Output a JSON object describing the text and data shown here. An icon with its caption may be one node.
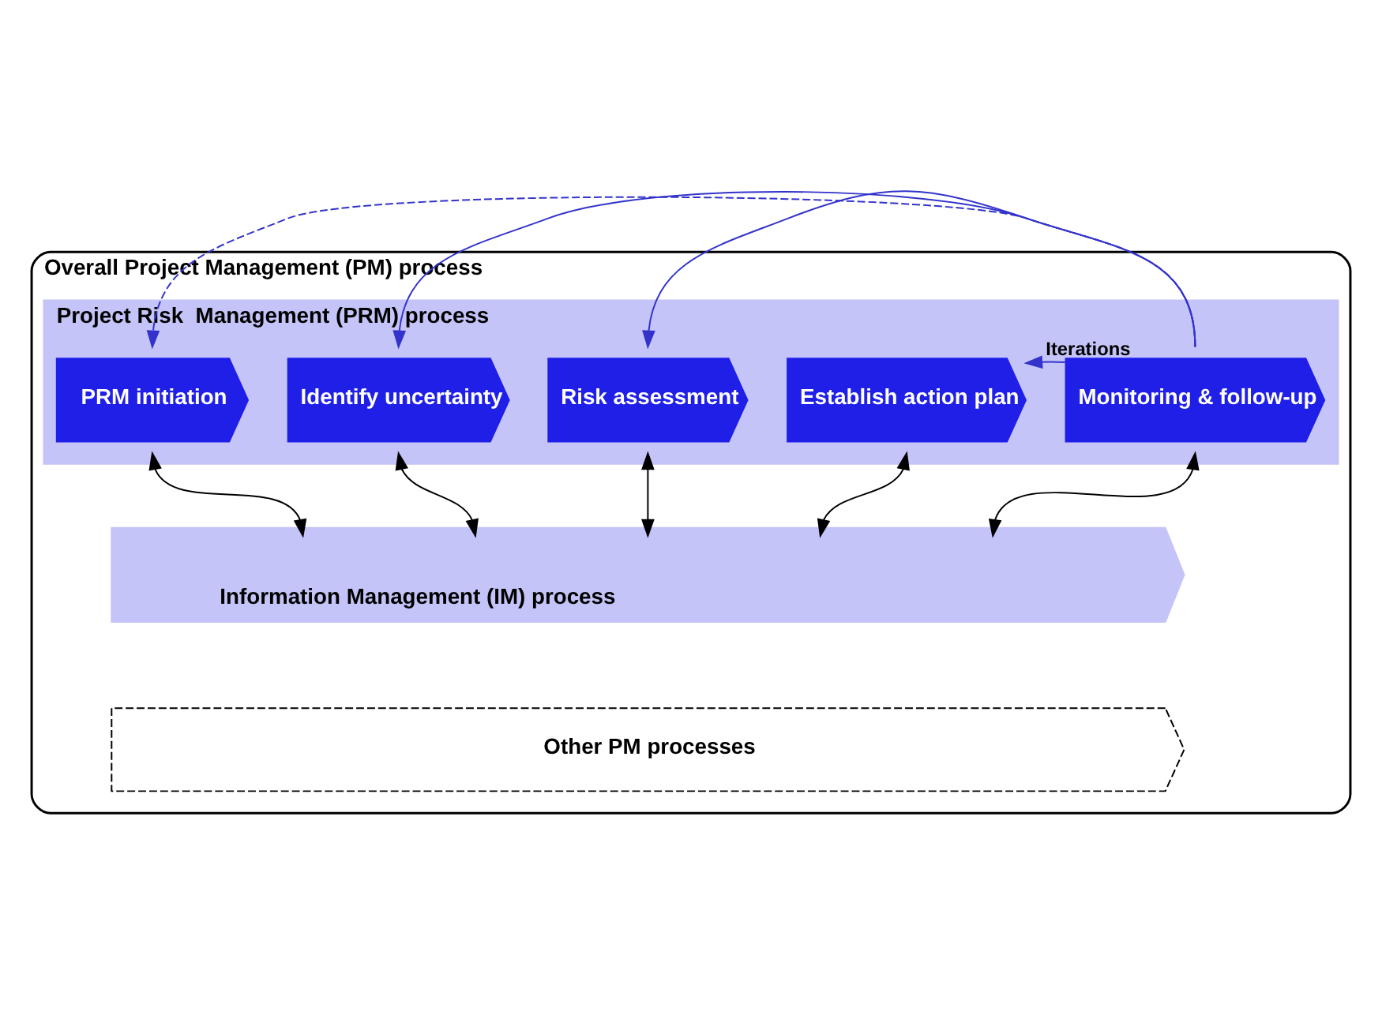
{
  "diagram": {
    "nodes": [
      {
        "text": [
          "Overall Project Management (PM) process"
        ]
      },
      {
        "text": [
          "Project Risk  Management (PRM) process"
        ],
        "in": 0
      },
      {
        "text": [
          "PRM initiation"
        ],
        "in": 1
      },
      {
        "text": [
          "Identify uncertainty"
        ],
        "in": 1
      },
      {
        "text": [
          "Risk assessment"
        ],
        "in": 1
      },
      {
        "text": [
          "Establish action plan"
        ],
        "in": 1
      },
      {
        "text": [
          "Monitoring & follow-up"
        ],
        "in": 1
      },
      {
        "text": [
          "Information Management (IM) process"
        ],
        "in": 0
      },
      {
        "text": [
          "Other PM processes"
        ],
        "in": 0
      }
    ],
    "edges": [
      {
        "from": 6,
        "to": 5,
        "arrow": "to",
        "label": "Iterations",
        "color": "#3333cc"
      },
      {
        "from": 6,
        "to": 4,
        "arrow": "to",
        "color": "#3333cc"
      },
      {
        "from": 6,
        "to": 3,
        "arrow": "to",
        "color": "#3333cc"
      },
      {
        "from": 6,
        "to": 2,
        "arrow": "to",
        "style": "dashed",
        "color": "#3333cc"
      },
      {
        "from": 2,
        "to": 7,
        "arrow": "both"
      },
      {
        "from": 3,
        "to": 7,
        "arrow": "both"
      },
      {
        "from": 4,
        "to": 7,
        "arrow": "both"
      },
      {
        "from": 5,
        "to": 7,
        "arrow": "both"
      },
      {
        "from": 6,
        "to": 7,
        "arrow": "both"
      }
    ]
  }
}
